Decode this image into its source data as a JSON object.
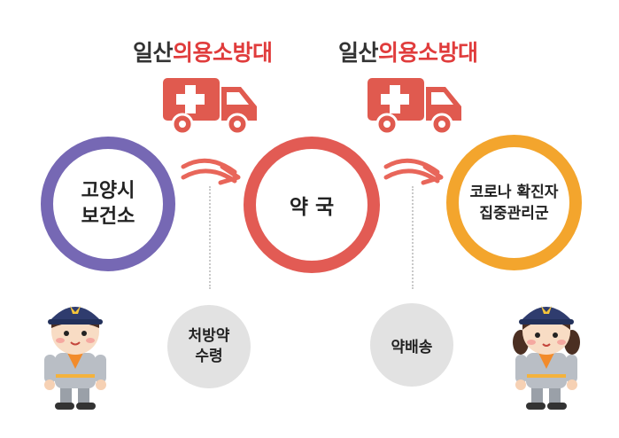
{
  "titles": {
    "left": {
      "dark": "일산",
      "red": "의용소방대"
    },
    "right": {
      "dark": "일산",
      "red": "의용소방대"
    }
  },
  "nodes": {
    "health_center": "고양시\n보건소",
    "pharmacy": "약 국",
    "center": "코로나 확진자\n집중관리군"
  },
  "steps": {
    "pickup": "처방약\n수령",
    "delivery": "약배송"
  },
  "colors": {
    "title_dark": "#333333",
    "title_red": "#e03c3c",
    "truck": "#e05a4f",
    "ring_purple": "#7668b4",
    "ring_red": "#e25b54",
    "ring_orange": "#f3a52d",
    "arrow": "#e8665a",
    "step_disc": "#e2e2e2"
  }
}
